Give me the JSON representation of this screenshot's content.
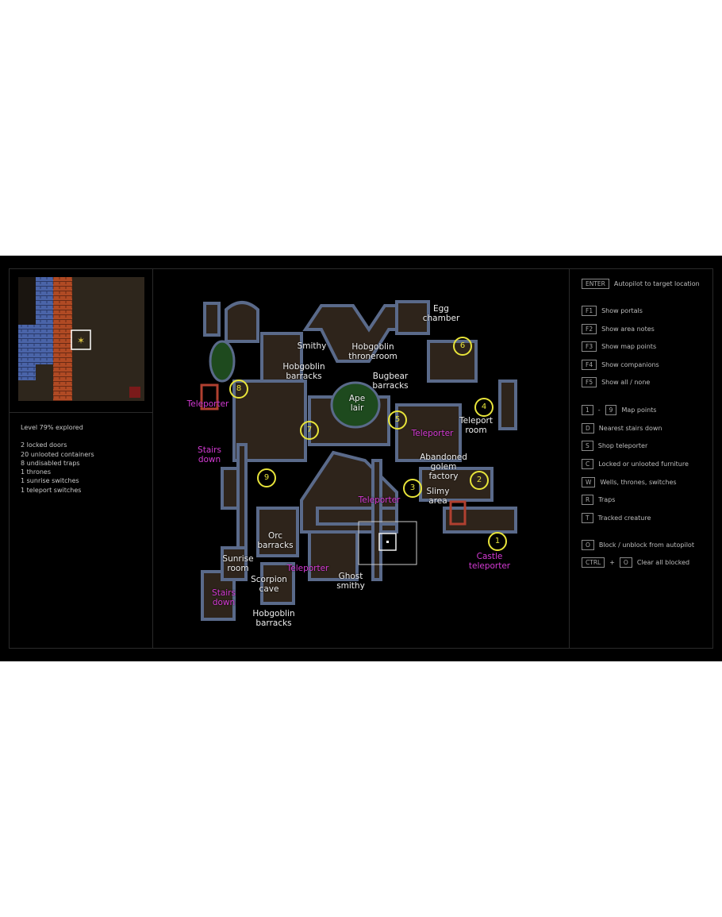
{
  "stats": {
    "explored": "Level 79% explored",
    "items": [
      "2 locked doors",
      "20 unlooted containers",
      "8 undisabled traps",
      "1 thrones",
      "1 sunrise switches",
      "1 teleport switches"
    ]
  },
  "keys": [
    {
      "keys": [
        "ENTER"
      ],
      "label": "Autopilot to target location"
    },
    {
      "keys": [
        "F1"
      ],
      "label": "Show portals"
    },
    {
      "keys": [
        "F2"
      ],
      "label": "Show area notes"
    },
    {
      "keys": [
        "F3"
      ],
      "label": "Show map points"
    },
    {
      "keys": [
        "F4"
      ],
      "label": "Show companions"
    },
    {
      "keys": [
        "F5"
      ],
      "label": "Show all / none"
    },
    {
      "keys": [
        "1",
        "9"
      ],
      "sep": "-",
      "label": "Map points"
    },
    {
      "keys": [
        "D"
      ],
      "label": "Nearest stairs down"
    },
    {
      "keys": [
        "S"
      ],
      "label": "Shop teleporter"
    },
    {
      "keys": [
        "C"
      ],
      "label": "Locked or unlooted furniture"
    },
    {
      "keys": [
        "W"
      ],
      "label": "Wells, thrones, switches"
    },
    {
      "keys": [
        "R"
      ],
      "label": "Traps"
    },
    {
      "keys": [
        "T"
      ],
      "label": "Tracked creature"
    },
    {
      "keys": [
        "O"
      ],
      "label": "Block / unblock from autopilot"
    },
    {
      "keys": [
        "CTRL",
        "O"
      ],
      "sep": "+",
      "label": "Clear all blocked"
    }
  ],
  "areas": [
    "Egg\nchamber",
    "Smithy",
    "Hobgoblin\nthroneroom",
    "Hobgoblin\nbarracks",
    "Bugbear\nbarracks",
    "Ape\nlair",
    "Teleport\nroom",
    "Abandoned\ngolem\nfactory",
    "Slimy\narea",
    "Orc\nbarracks",
    "Sunrise\nroom",
    "Scorpion\ncave",
    "Ghost\nsmithy",
    "Hobgoblin\nbarracks"
  ],
  "portals": [
    "Teleporter",
    "Teleporter",
    "Stairs\ndown",
    "Teleporter",
    "Castle\nteleporter",
    "Teleporter",
    "Stairs\ndown"
  ],
  "points": [
    "1",
    "2",
    "3",
    "4",
    "5",
    "6",
    "7",
    "8",
    "9"
  ],
  "colors": {
    "area": "#eeeeee",
    "portal": "#d43ad4",
    "point": "#e8e43a",
    "wall": "#5a6a8a",
    "floor": "#2e241b"
  }
}
